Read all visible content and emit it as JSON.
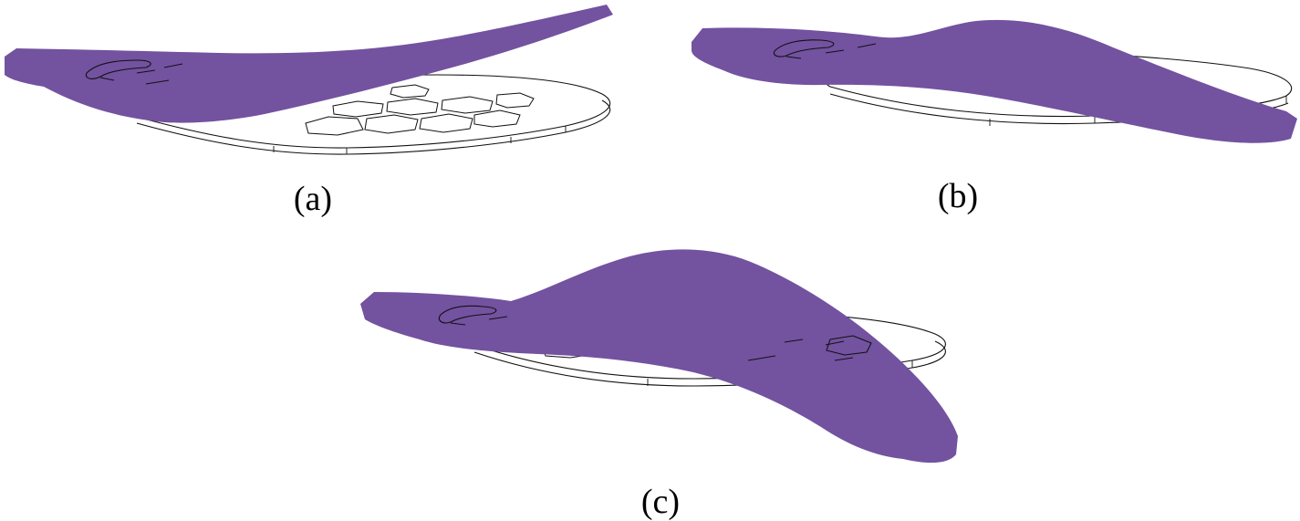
{
  "figure": {
    "panels": [
      {
        "id": "a",
        "caption": "(a)"
      },
      {
        "id": "b",
        "caption": "(b)"
      },
      {
        "id": "c",
        "caption": "(c)"
      }
    ],
    "colors": {
      "deformed_surface": "#7352a0",
      "wireframe": "#111111",
      "background": "#ffffff"
    }
  }
}
